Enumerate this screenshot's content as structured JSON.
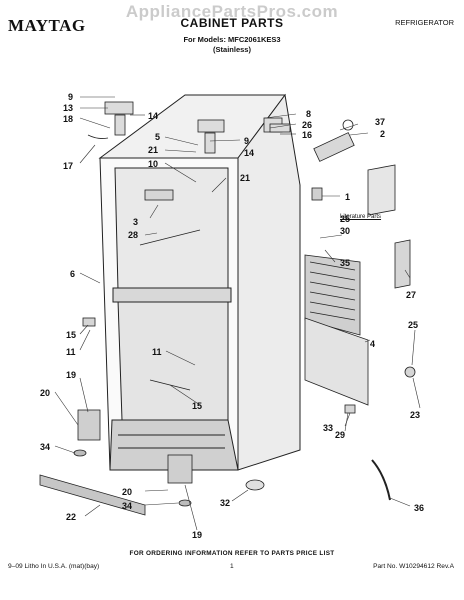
{
  "watermark": "AppliancePartsPros.com",
  "header": {
    "brand": "MAYTAG",
    "title": "CABINET PARTS",
    "models_line": "For Models: MFC2061KES3",
    "variant": "(Stainless)",
    "category": "REFRIGERATOR"
  },
  "literature_label": "Literature Parts",
  "callouts": {
    "c9a": "9",
    "c13": "13",
    "c18": "18",
    "c14a": "14",
    "c17": "17",
    "c5": "5",
    "c9b": "9",
    "c21a": "21",
    "c14b": "14",
    "c10": "10",
    "c21b": "21",
    "c8": "8",
    "c26": "26",
    "c16": "16",
    "c37": "37",
    "c2": "2",
    "c1": "1",
    "c25a": "25",
    "c30": "30",
    "c35": "35",
    "c3": "3",
    "c28": "28",
    "c6": "6",
    "c27": "27",
    "c15a": "15",
    "c11a": "11",
    "c4": "4",
    "c25b": "25",
    "c11b": "11",
    "c19a": "19",
    "c15b": "15",
    "c20a": "20",
    "c23": "23",
    "c34a": "34",
    "c33": "33",
    "c29": "29",
    "c36": "36",
    "c20b": "20",
    "c34b": "34",
    "c32": "32",
    "c22": "22",
    "c19b": "19"
  },
  "footer": {
    "order_note": "FOR ORDERING INFORMATION REFER TO PARTS PRICE LIST",
    "print_info": "9–09 Litho In U.S.A. (mat)(bay)",
    "page": "1",
    "part_no": "Part No. W10294612 Rev.A"
  }
}
